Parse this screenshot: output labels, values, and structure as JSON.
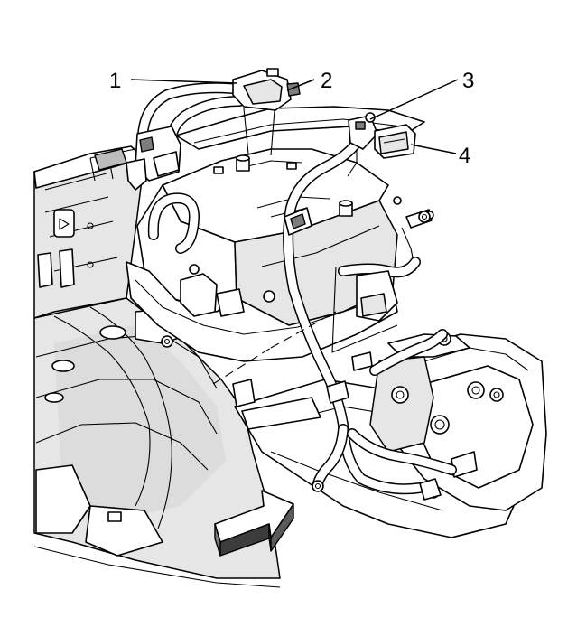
{
  "callouts": [
    {
      "id": 1,
      "label": "1"
    },
    {
      "id": 2,
      "label": "2"
    },
    {
      "id": 3,
      "label": "3"
    },
    {
      "id": 4,
      "label": "4"
    }
  ],
  "icons": {
    "direction_arrow": "forward-direction-arrow-icon"
  },
  "colors": {
    "line": "#000000",
    "background": "#ffffff",
    "shading": "#d4d4d4",
    "arrow_fill": "#e6e6e6"
  }
}
